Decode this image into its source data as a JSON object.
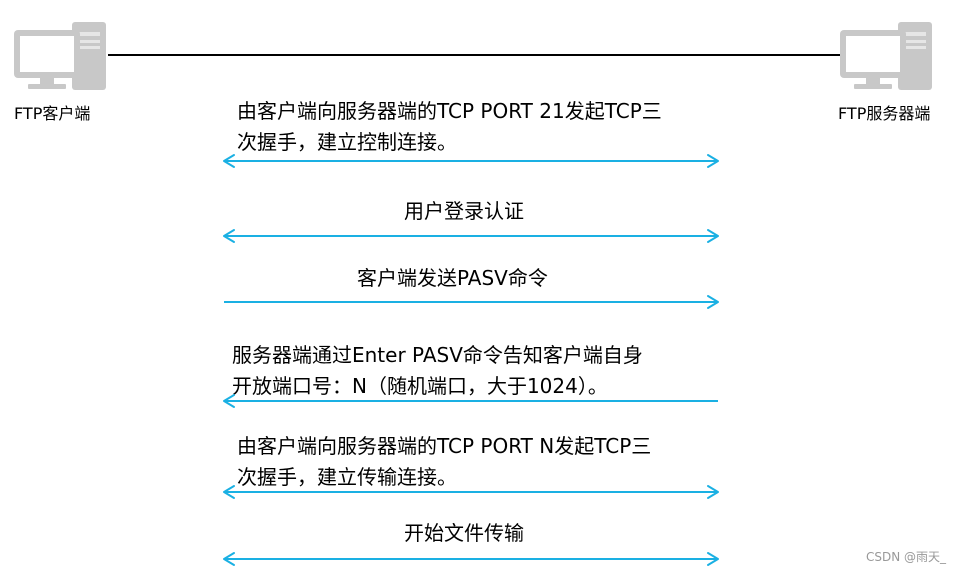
{
  "endpoints": {
    "client_label": "FTP客户端",
    "server_label": "FTP服务器端"
  },
  "colors": {
    "arrow": "#1ab0e3",
    "computer": "#c8c8c8",
    "screen": "#ffffff",
    "link_line": "#000000"
  },
  "steps": [
    {
      "line1": "由客户端向服务器端的TCP PORT 21发起TCP三",
      "line2": "次握手，建立控制连接。",
      "direction": "both"
    },
    {
      "line1": "用户登录认证",
      "line2": "",
      "direction": "both"
    },
    {
      "line1": "客户端发送PASV命令",
      "line2": "",
      "direction": "right"
    },
    {
      "line1": "服务器端通过Enter PASV命令告知客户端自身",
      "line2": "开放端口号：N（随机端口，大于1024）。",
      "direction": "left"
    },
    {
      "line1": "由客户端向服务器端的TCP PORT N发起TCP三",
      "line2": "次握手，建立传输连接。",
      "direction": "both"
    },
    {
      "line1": "开始文件传输",
      "line2": "",
      "direction": "both"
    }
  ],
  "watermark": "CSDN @雨天_"
}
